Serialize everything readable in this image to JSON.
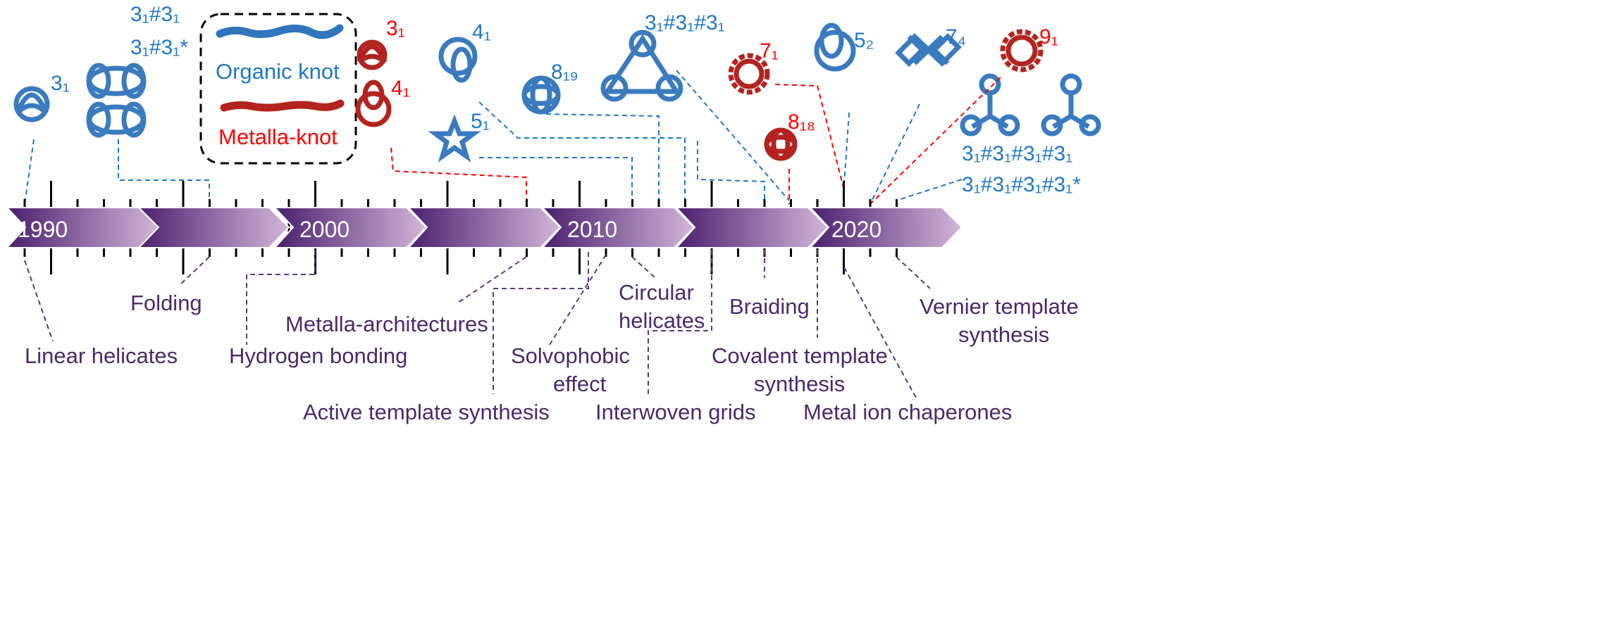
{
  "legend": {
    "organic": "Organic knot",
    "metalla": "Metalla-knot"
  },
  "colors": {
    "organic": "#1f78c8",
    "metalla": "#ff0000",
    "label": "#4b2a6b",
    "arrow_dark": "#4a1f6e",
    "arrow_light": "#c9a9d3"
  },
  "years": [
    "1990",
    "2000",
    "2010",
    "2020"
  ],
  "knots": {
    "k31a": "3₁",
    "k3131": "3₁#3₁",
    "k3131s": "3₁#3₁*",
    "r31": "3₁",
    "r41": "4₁",
    "b41": "4₁",
    "b51": "5₁",
    "b819": "8₁₉",
    "b313131": "3₁#3₁#3₁",
    "r71": "7₁",
    "r818": "8₁₈",
    "b52": "5₂",
    "b74": "7₄",
    "r91": "9₁",
    "b4x": "3₁#3₁#3₁#3₁",
    "b4xs": "3₁#3₁#3₁#3₁*"
  },
  "labels": {
    "linear": "Linear helicates",
    "folding": "Folding",
    "hbond": "Hydrogen bonding",
    "metalla": "Metalla-architectures",
    "active": "Active template synthesis",
    "solvo1": "Solvophobic",
    "solvo2": "effect",
    "circ1": "Circular",
    "circ2": "helicates",
    "grids": "Interwoven grids",
    "braid": "Braiding",
    "cov1": "Covalent template",
    "cov2": "synthesis",
    "chap": "Metal ion chaperones",
    "vern1": "Vernier template",
    "vern2": "synthesis"
  }
}
